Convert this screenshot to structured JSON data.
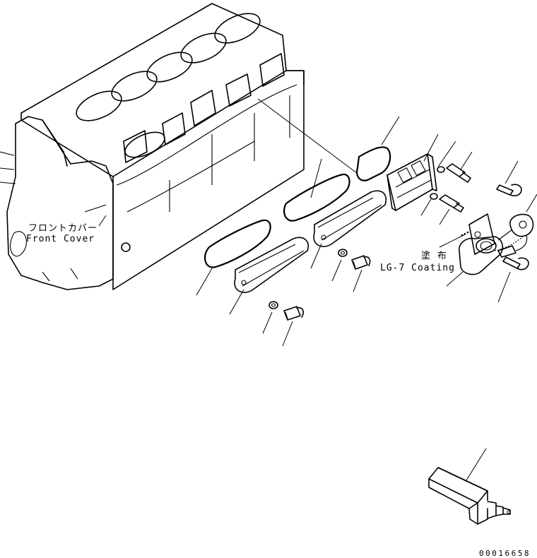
{
  "labels": {
    "front_cover_jp": "フロントカバー",
    "front_cover_en": "Front Cover",
    "coating_jp": "塗 布",
    "coating_en": "LG-7 Coating"
  },
  "drawing_number": "00016658"
}
